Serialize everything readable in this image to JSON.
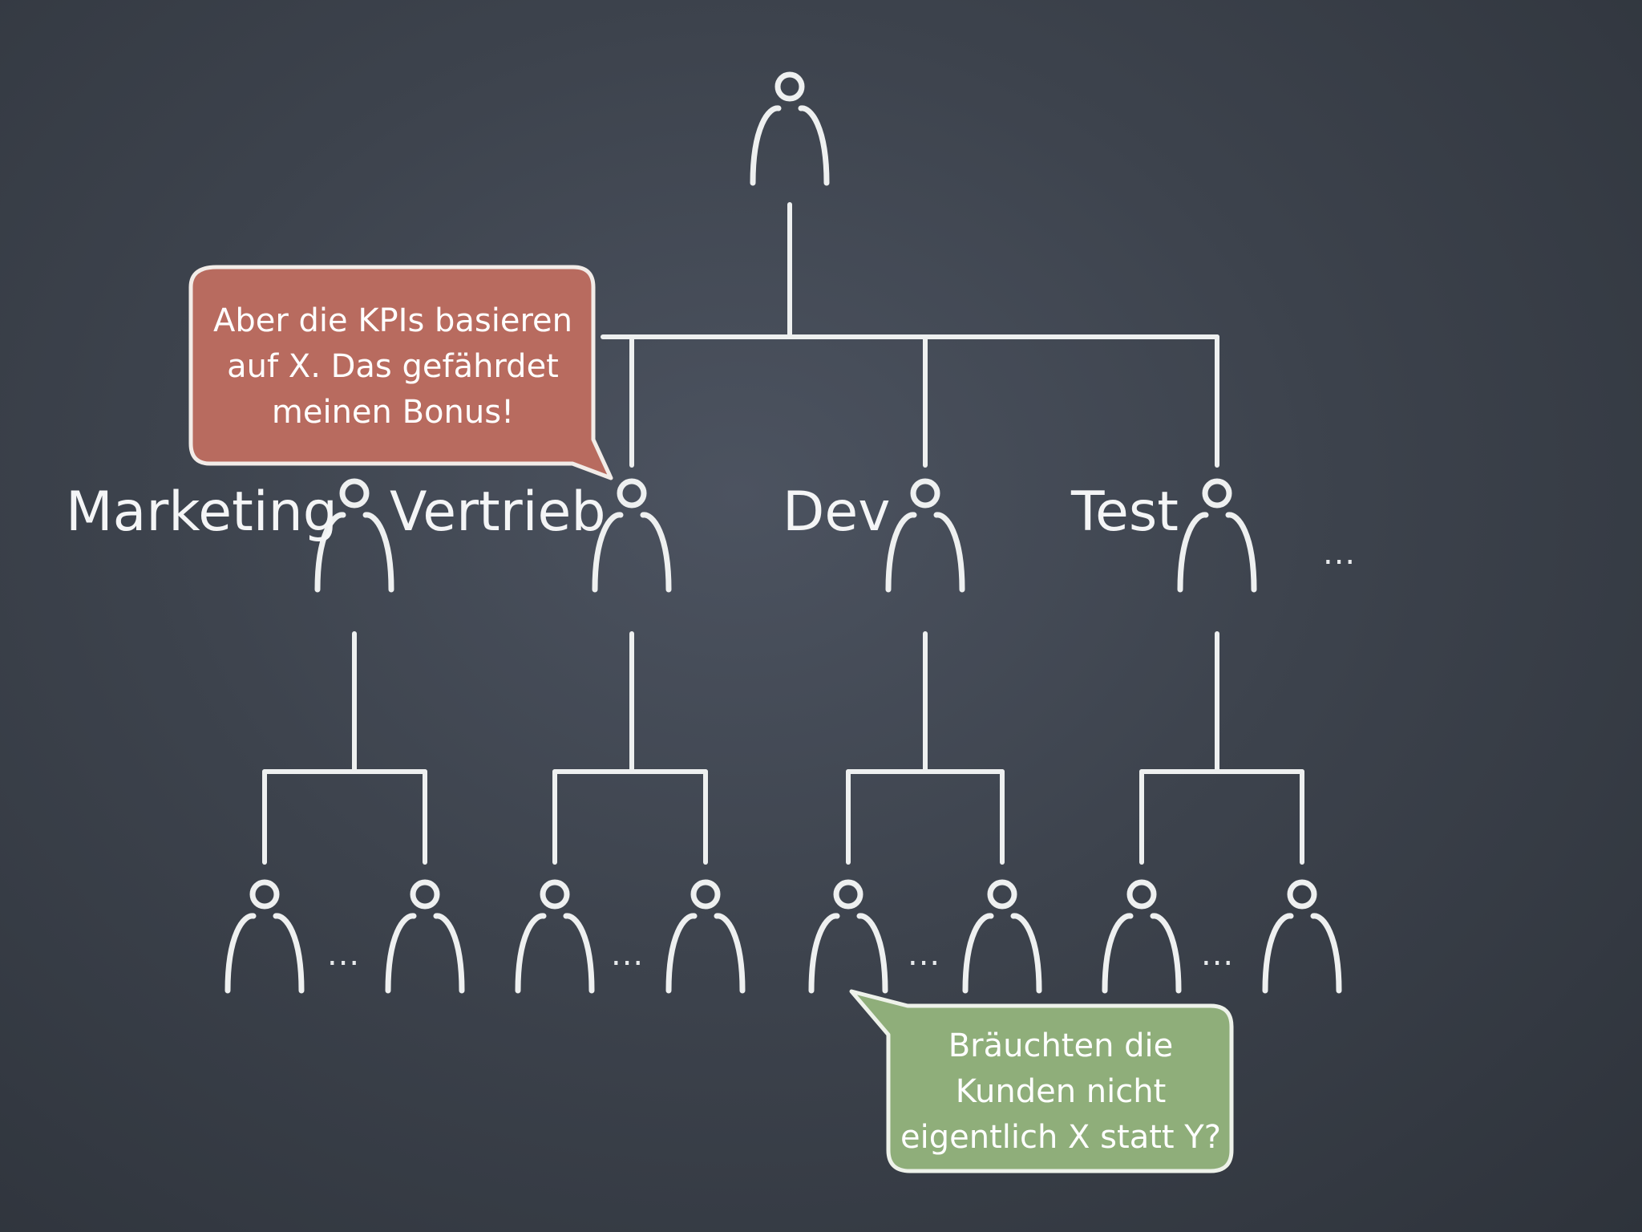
{
  "departments": [
    {
      "label": "Marketing"
    },
    {
      "label": "Vertrieb"
    },
    {
      "label": "Dev"
    },
    {
      "label": "Test"
    }
  ],
  "more_departments": "...",
  "team_ellipsis": "...",
  "speech_bubbles": {
    "sales_concern": {
      "lines": [
        "Aber die KPIs basieren",
        "auf X. Das gefährdet",
        "meinen Bonus!"
      ],
      "color": "#b86b5f"
    },
    "dev_question": {
      "lines": [
        "Bräuchten die",
        "Kunden nicht",
        "eigentlich X statt Y?"
      ],
      "color": "#8fae7a"
    }
  },
  "colors": {
    "chalkboard": "#3d434d",
    "chalk": "#eef0f0"
  }
}
